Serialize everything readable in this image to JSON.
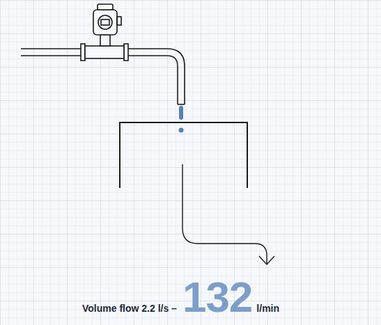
{
  "diagram": {
    "labels": [
      "Volume flow 2.2 l/s –",
      "132",
      "l/min"
    ]
  }
}
